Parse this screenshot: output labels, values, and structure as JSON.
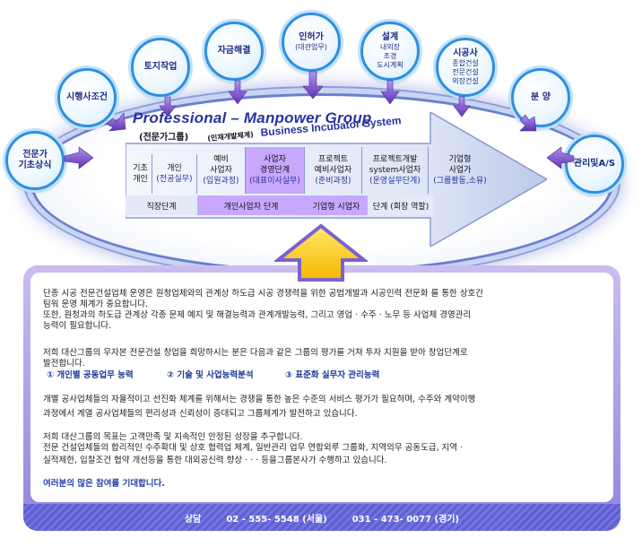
{
  "header": {
    "title": "Professional –  Manpower Group",
    "subtitle": "(전문가그룹)",
    "system_paren": "(인재개발체계)",
    "system_title": "Business Incubator System"
  },
  "bubbles": [
    {
      "main": "전문가",
      "main2": "기초상식",
      "sub": ""
    },
    {
      "main": "시행사조건",
      "main2": "",
      "sub": ""
    },
    {
      "main": "토지작업",
      "main2": "",
      "sub": ""
    },
    {
      "main": "자금해결",
      "main2": "",
      "sub": ""
    },
    {
      "main": "인허가",
      "main2": "",
      "sub": "(대관업무)"
    },
    {
      "main": "설계",
      "main2": "",
      "sub": "내외장|조경|도시계획"
    },
    {
      "main": "시공사",
      "main2": "",
      "sub": "종합건설|전문건설|외장건설"
    },
    {
      "main": "분  양",
      "main2": "",
      "sub": ""
    },
    {
      "main": "관리및A/S",
      "main2": "",
      "sub": ""
    }
  ],
  "stages": [
    {
      "line1": "기초",
      "line2": "개인",
      "line3": ""
    },
    {
      "line1": "개인",
      "line2": "(전공실무)",
      "line3": ""
    },
    {
      "line1": "예비",
      "line2": "사업자",
      "line3": "(입원과정)"
    },
    {
      "line1": "사업자",
      "line2": "경영단계",
      "line3": "(대표이사실무)"
    },
    {
      "line1": "프로젝트",
      "line2": "예비사업자",
      "line3": "(준비과정)"
    },
    {
      "line1": "프로젝트개발",
      "line2": "system사업자",
      "line3": "(운영실무단계)"
    },
    {
      "line1": "기업형",
      "line2": "사업가",
      "line3": "(그룹활동,소유)"
    }
  ],
  "phases": [
    "직장단계",
    "개인사업자 단계",
    "기업형 시업자",
    "단계 (회장 역할)"
  ],
  "body": {
    "p1_l1": "단종 시공 전문건설업체 운영은 원청업체와의 관계상 하도급 시공 경쟁력을 위한 공법개발과 시공인력 전문화 를 통한 상호간",
    "p1_l2": "팀워 운영 체계가 중요합니다.",
    "p1_l3": "또한, 원청과의 하도급 관계상 각종 문제 예지 및 해결능력과 관계개발능력, 그리고 영업 · 수주 · 노무 등 사업체 경영관리",
    "p1_l4": "능력이 필요합니다.",
    "p2_l1": "저희 대산그룹의 무자본 전문건설 창업을 희망하시는 분은 다음과 같은 그룹의 평가를 거쳐 투자 지원을 받아 창업단계로",
    "p2_l2": "발전합니다.",
    "criteria": [
      "① 개인별 공동업무 능력",
      "② 기술 및 사업능력분석",
      "③ 표준화 실무자 관리능력"
    ],
    "p3_l1": "개별 공사업체들의 자율적이고 선진화 체계를 위해서는 경쟁을 통한 높은 수준의 서비스 평가가 필요하며, 수주와 계약이행",
    "p3_l2": "과정에서 계열 공사업체들의 편리성과 신뢰성이 증대되고 그룹체계가 발전하고 있습니다.",
    "p4_l1": "저희 대산그룹의 목표는 고객만족 및 지속적인 안정된 성장을 추구합니다.",
    "p4_l2": "전문 건설업체들의 합리적인 수주확대 및 상호 협력업 체계, 일반관리 업무 연합외루 그룹화, 지역의무 공동도급, 지역 ·",
    "p4_l3": "실적제한, 입찰조건 협약 개선등을 통한 대외공신력 향상  ·  ·  · 등을그룹본사가 수행하고 있습니다.",
    "closing": "여러분의 많은 참여를 기대합니다."
  },
  "footer": {
    "label": "상담",
    "phone_seoul": "02 - 555- 5548 (서울)",
    "phone_gyeonggi": "031 - 473- 0077 (경기)"
  },
  "colors": {
    "title_blue": "#2733a0",
    "bubble_border": "#2f8fe0",
    "highlight_purple": "#c8a8ff",
    "panel_purple": "#8f86dd"
  }
}
